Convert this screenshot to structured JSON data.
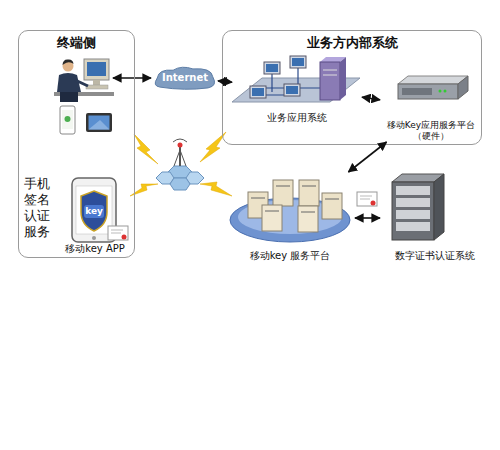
{
  "diagram": {
    "nodes": [
      {
        "text": [
          "终端侧"
        ]
      },
      {
        "text": [
          "移动key APP"
        ],
        "in": 0
      },
      {
        "text": [
          "Internet"
        ]
      },
      {
        "text": [
          "业务方内部系统"
        ]
      },
      {
        "text": [
          "业务应用系统"
        ],
        "in": 3
      },
      {
        "text": [
          "移动Key应用服务平台 （硬件）"
        ],
        "in": 3
      },
      {
        "text": [
          "移动key 服务平台"
        ]
      },
      {
        "text": [
          "数字证书认证系统"
        ]
      }
    ],
    "edges": [
      {
        "from": 2,
        "to": 4,
        "arrow": "both"
      },
      {
        "from": 4,
        "to": 5,
        "arrow": "both"
      },
      {
        "from": 5,
        "to": 6,
        "arrow": "both"
      },
      {
        "from": 6,
        "to": 7,
        "arrow": "both"
      }
    ],
    "labels": [
      "手机签名认证服务",
      "key"
    ]
  }
}
